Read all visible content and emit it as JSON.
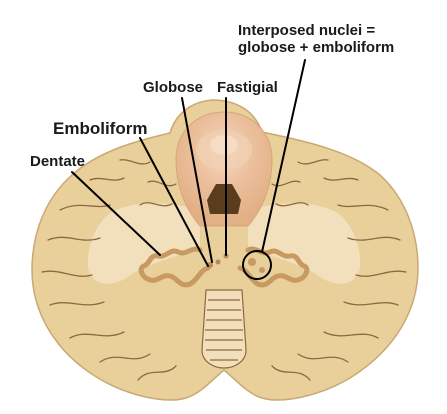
{
  "labels": {
    "interposed_line1": "Interposed nuclei =",
    "interposed_line2": "globose + emboliform",
    "globose": "Globose",
    "fastigial": "Fastigial",
    "emboliform": "Emboliform",
    "dentate": "Dentate"
  },
  "colors": {
    "tissue": "#e9cf9a",
    "tissue_light": "#f2deb8",
    "tissue_dark": "#c9a872",
    "white_matter": "#f3e3c3",
    "folia_lines": "#8a6a45",
    "nucleus_band": "#c79a62",
    "vermis_pink": "#e9b79a",
    "ventricle": "#5a3d1e",
    "leader_lines": "#000000"
  }
}
